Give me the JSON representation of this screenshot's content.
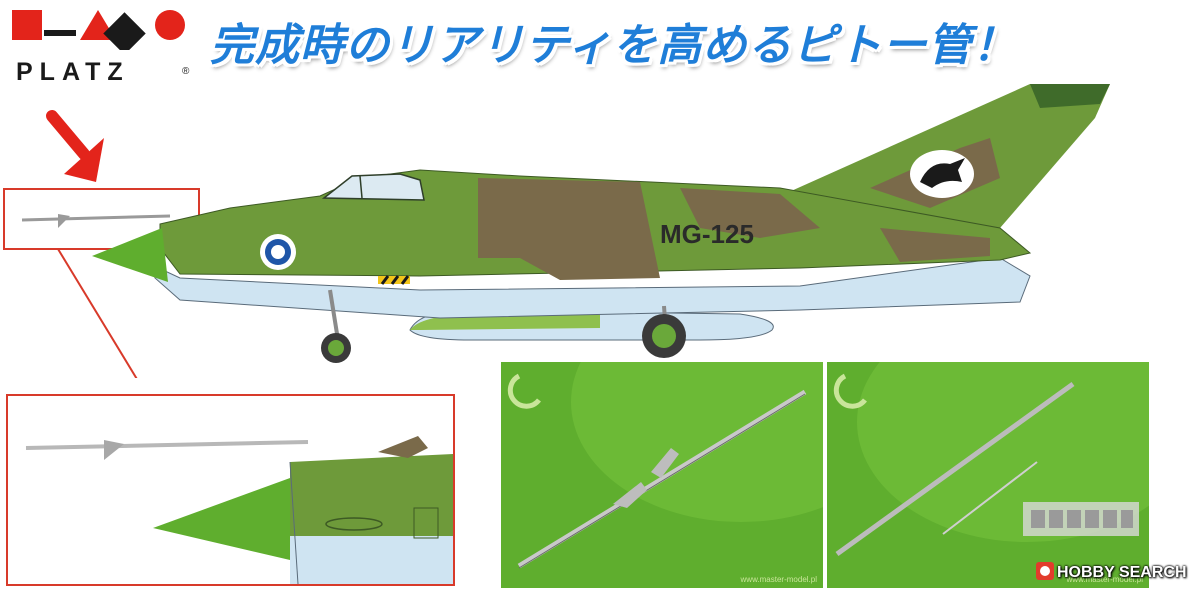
{
  "logo": {
    "brand": "PLATZ",
    "registered": "®"
  },
  "headline": "完成時のリアリティを高めるピトー管！",
  "aircraft": {
    "serial": "MG-125"
  },
  "photos": {
    "left_watermark": "www.master-model.pl",
    "right_watermark": "www.master-model.pl"
  },
  "watermark": {
    "site": "HOBBY SEARCH"
  },
  "colors": {
    "headline_blue": "#1f7ed8",
    "callout_red": "#d83a2a",
    "camo_green": "#6e9a3a",
    "camo_brown": "#7a6a4a",
    "belly_blue": "#cfe4f2",
    "photo_green": "#5fae2e"
  }
}
